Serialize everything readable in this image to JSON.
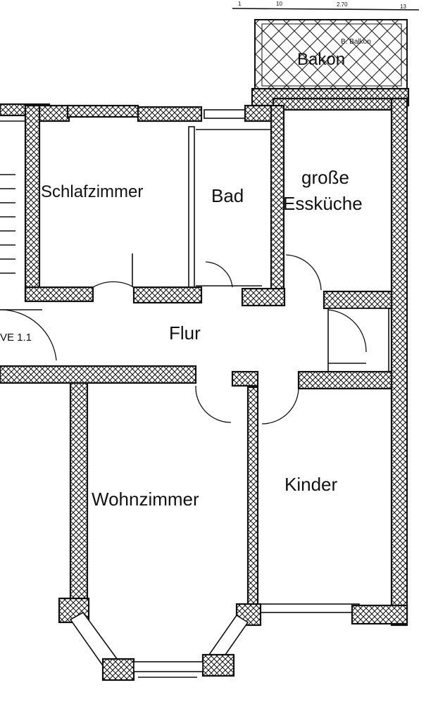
{
  "rooms": {
    "balcony": "Bakon",
    "balcony_small": "B. Balkon",
    "bedroom": "Schlafzimmer",
    "bath": "Bad",
    "kitchen_line1": "große",
    "kitchen_line2": "Essküche",
    "hall": "Flur",
    "living": "Wohnzimmer",
    "kids": "Kinder"
  },
  "unit_marker": "VE 1.1",
  "dimension_marks": [
    "1",
    "10",
    "2.70",
    "13"
  ],
  "colors": {
    "ink": "#111111",
    "paper": "#ffffff"
  }
}
